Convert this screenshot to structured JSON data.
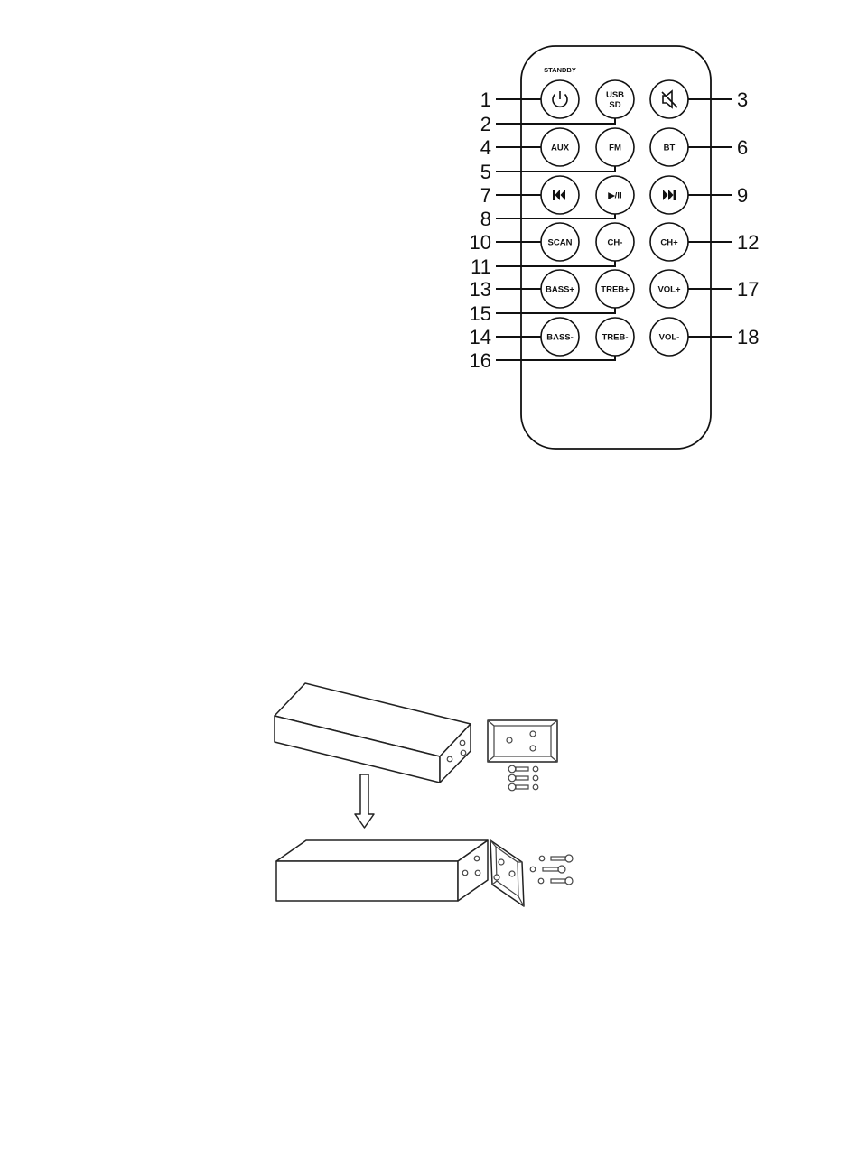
{
  "remote": {
    "standby_label": "STANDBY",
    "buttons": {
      "power": {
        "number": "1",
        "icon": "power-icon"
      },
      "usb_sd": {
        "number": "2",
        "line1": "USB",
        "line2": "SD"
      },
      "mute": {
        "number": "3",
        "icon": "mute-icon"
      },
      "aux": {
        "number": "4",
        "label": "AUX"
      },
      "fm": {
        "number": "5",
        "label": "FM"
      },
      "bt": {
        "number": "6",
        "label": "BT"
      },
      "prev": {
        "number": "7",
        "icon": "previous-track-icon"
      },
      "play_pause": {
        "number": "8",
        "label": "▶/II",
        "icon": "play-pause-icon"
      },
      "next": {
        "number": "9",
        "icon": "next-track-icon"
      },
      "scan": {
        "number": "10",
        "label": "SCAN"
      },
      "ch_minus": {
        "number": "11",
        "label": "CH-"
      },
      "ch_plus": {
        "number": "12",
        "label": "CH+"
      },
      "bass_plus": {
        "number": "13",
        "label": "BASS+"
      },
      "bass_minus": {
        "number": "14",
        "label": "BASS-"
      },
      "treb_plus": {
        "number": "15",
        "label": "TREB+"
      },
      "treb_minus": {
        "number": "16",
        "label": "TREB-"
      },
      "vol_plus": {
        "number": "17",
        "label": "VOL+"
      },
      "vol_minus": {
        "number": "18",
        "label": "VOL-"
      }
    }
  },
  "colors": {
    "ink": "#111111",
    "paper": "#ffffff"
  }
}
